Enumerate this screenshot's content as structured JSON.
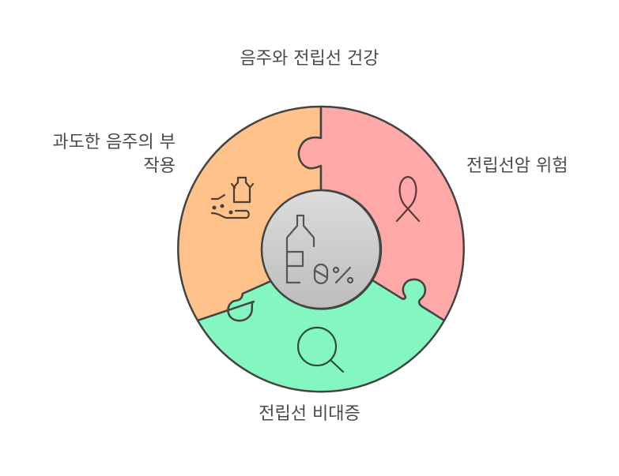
{
  "title": "음주와 전립선 건강",
  "segments": [
    {
      "id": "side-effects",
      "label_line1": "과도한 음주의 부",
      "label_line2": "작용",
      "color": "#FFC28A",
      "icon": "drinking-hand-icon"
    },
    {
      "id": "cancer-risk",
      "label": "전립선암 위험",
      "color": "#FFA8A8",
      "icon": "awareness-ribbon-icon"
    },
    {
      "id": "bph",
      "label": "전립선 비대증",
      "color": "#84F7C0",
      "icon": "magnifier-icon"
    }
  ],
  "center": {
    "icon": "bottle-zero-percent-icon",
    "text": "0%",
    "color": "#CFCFCF"
  },
  "colors": {
    "stroke": "#444444",
    "text": "#4a4a4a"
  }
}
